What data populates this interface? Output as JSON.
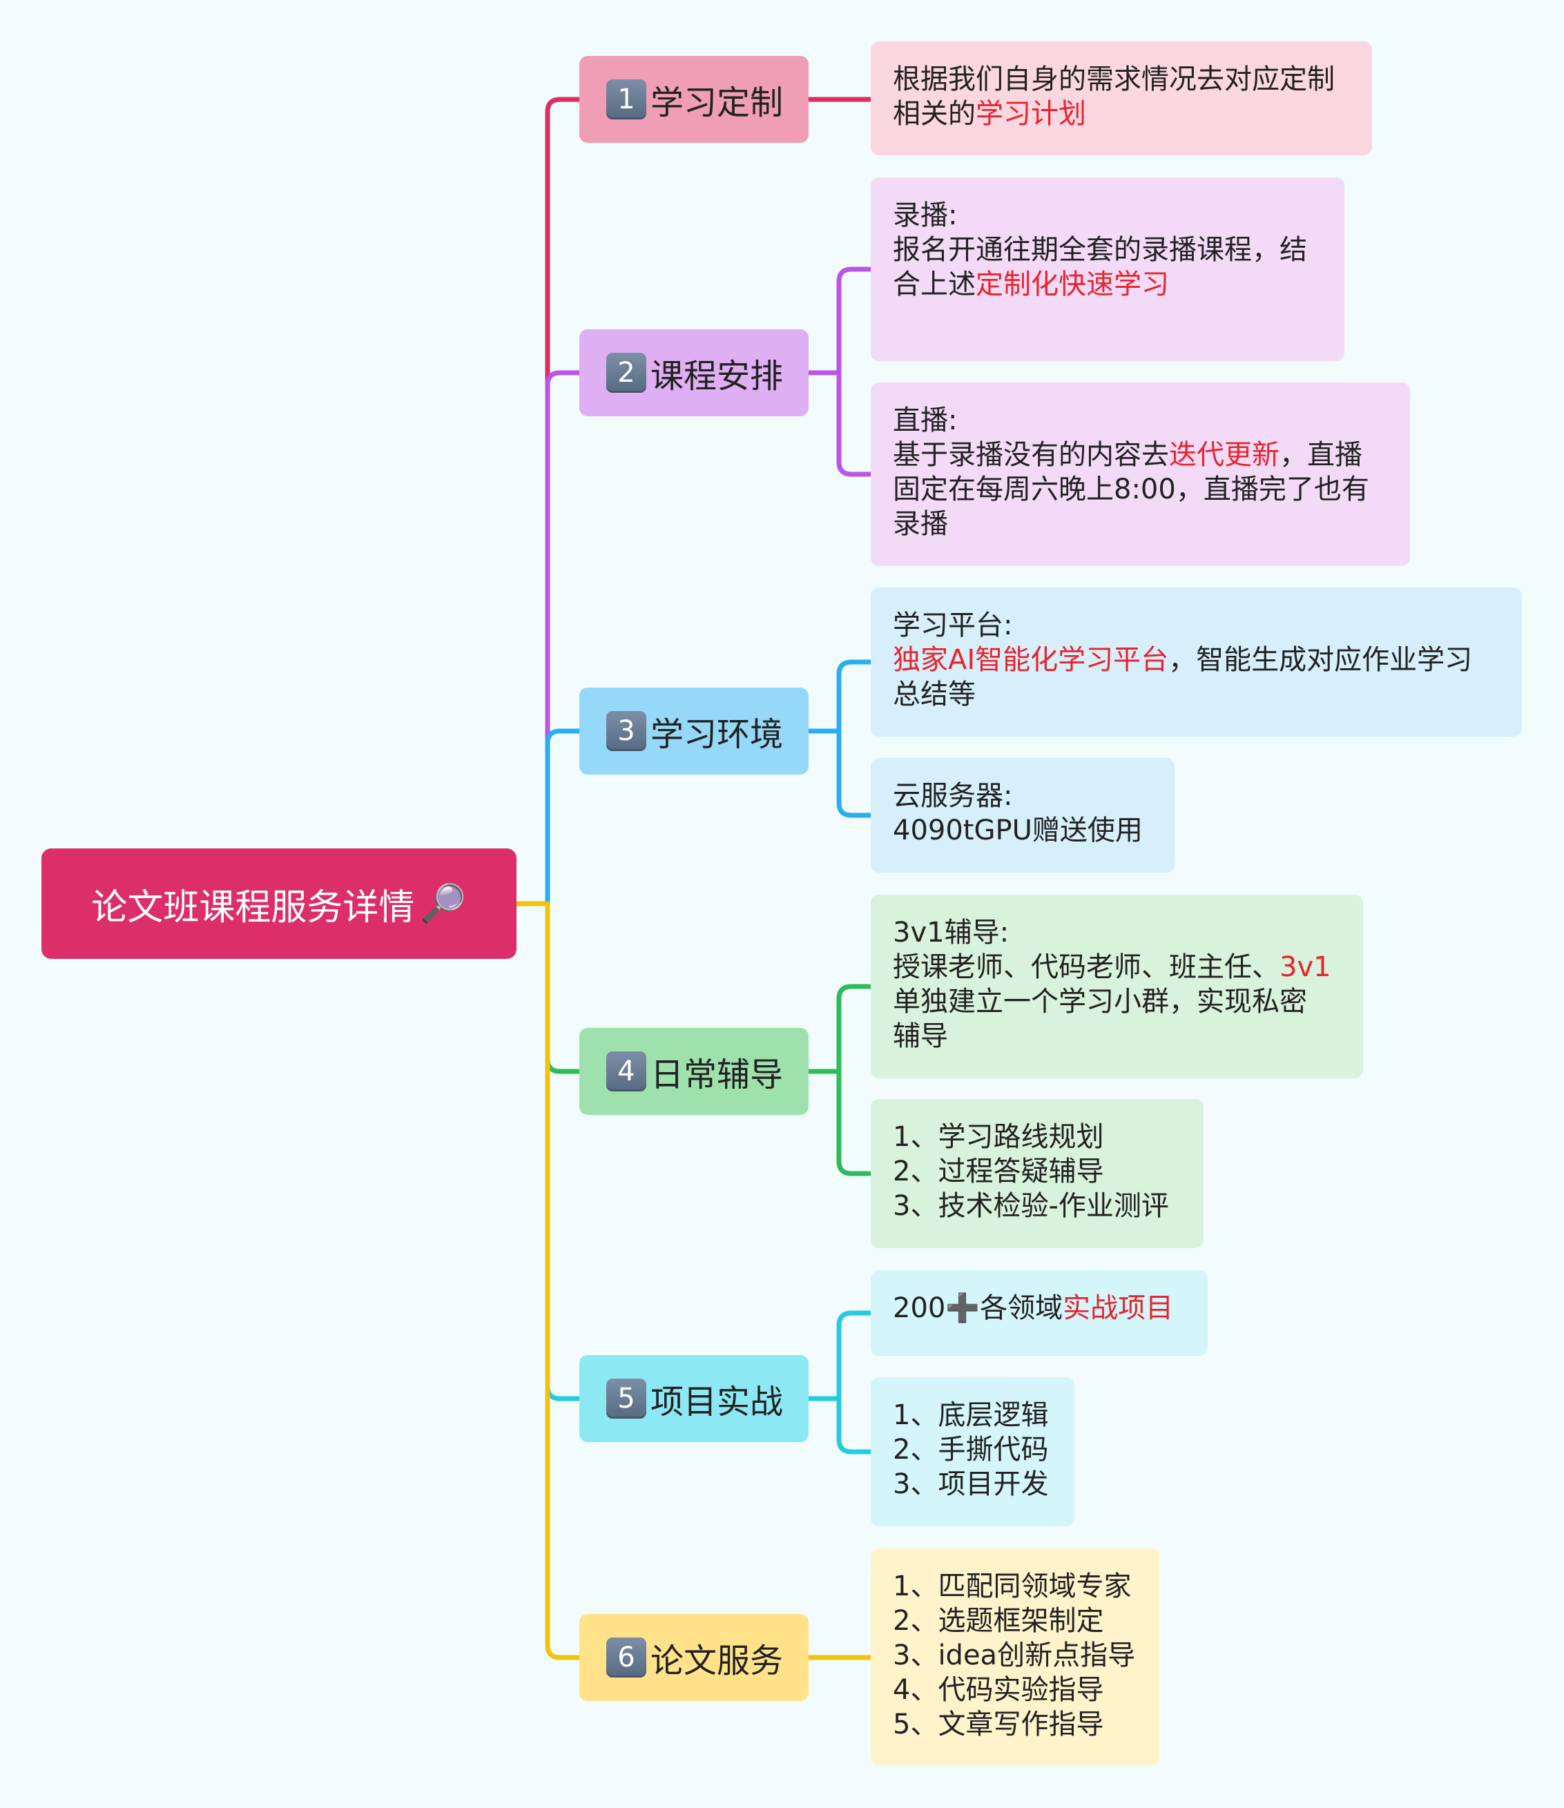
{
  "root": {
    "label": "论文班课程服务详情",
    "emoji": "🔎"
  },
  "colors": {
    "background": "#f2fcfc",
    "root": "#dc2e68",
    "highlight": "#e8242c",
    "branch1": "#dd2f60",
    "branch2": "#bb55e6",
    "branch3": "#2aaef0",
    "branch4": "#2fbb5a",
    "branch5": "#25cbe0",
    "branch6": "#f3c20c"
  },
  "branches": [
    {
      "num": "1",
      "label": "学习定制",
      "leaves": [
        {
          "lines": [
            [
              "根据我们自身的需求情况去对应定制"
            ],
            [
              "相关的",
              {
                "hl": "学习计划"
              }
            ]
          ]
        }
      ]
    },
    {
      "num": "2",
      "label": "课程安排",
      "leaves": [
        {
          "lines": [
            [
              "录播:"
            ],
            [
              "报名开通往期全套的录播课程，结"
            ],
            [
              "合上述",
              {
                "hl": "定制化快速学习"
              }
            ]
          ]
        },
        {
          "lines": [
            [
              "直播:"
            ],
            [
              "基于录播没有的内容去",
              {
                "hl": "迭代更新"
              },
              "，直播"
            ],
            [
              "固定在每周六晚上8:00，直播完了也有"
            ],
            [
              "录播"
            ]
          ]
        }
      ]
    },
    {
      "num": "3",
      "label": "学习环境",
      "leaves": [
        {
          "lines": [
            [
              "学习平台:"
            ],
            [
              {
                "hl": "独家AI智能化学习平台"
              },
              "，智能生成对应作业学习"
            ],
            [
              "总结等"
            ]
          ]
        },
        {
          "lines": [
            [
              "云服务器:"
            ],
            [
              "4090tGPU赠送使用"
            ]
          ]
        }
      ]
    },
    {
      "num": "4",
      "label": "日常辅导",
      "leaves": [
        {
          "lines": [
            [
              "3v1辅导:"
            ],
            [
              "授课老师、代码老师、班主任、",
              {
                "hl": "3v1"
              }
            ],
            [
              "单独建立一个学习小群，实现私密"
            ],
            [
              "辅导"
            ]
          ]
        },
        {
          "lines": [
            [
              "1、学习路线规划"
            ],
            [
              "2、过程答疑辅导"
            ],
            [
              "3、技术检验-作业测评"
            ]
          ]
        }
      ]
    },
    {
      "num": "5",
      "label": "项目实战",
      "leaves": [
        {
          "lines": [
            [
              "200➕各领域",
              {
                "hl": "实战项目"
              }
            ]
          ]
        },
        {
          "lines": [
            [
              "1、底层逻辑"
            ],
            [
              "2、手撕代码"
            ],
            [
              "3、项目开发"
            ]
          ]
        }
      ]
    },
    {
      "num": "6",
      "label": "论文服务",
      "leaves": [
        {
          "lines": [
            [
              "1、匹配同领域专家"
            ],
            [
              "2、选题框架制定"
            ],
            [
              "3、idea创新点指导"
            ],
            [
              "4、代码实验指导"
            ],
            [
              "5、文章写作指导"
            ]
          ]
        }
      ]
    }
  ]
}
